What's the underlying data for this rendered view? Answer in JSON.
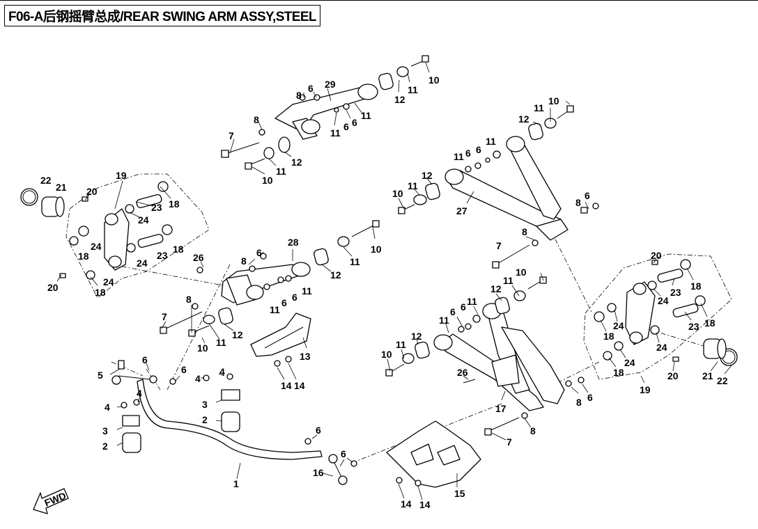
{
  "title": "F06-A后钢摇臂总成/REAR SWING ARM ASSY,STEEL",
  "fwd_label": "FWD",
  "callouts": [
    "1",
    "2",
    "3",
    "4",
    "5",
    "6",
    "7",
    "8",
    "10",
    "11",
    "12",
    "13",
    "14",
    "15",
    "16",
    "17",
    "18",
    "19",
    "20",
    "21",
    "22",
    "23",
    "24",
    "26",
    "27",
    "28",
    "29"
  ]
}
